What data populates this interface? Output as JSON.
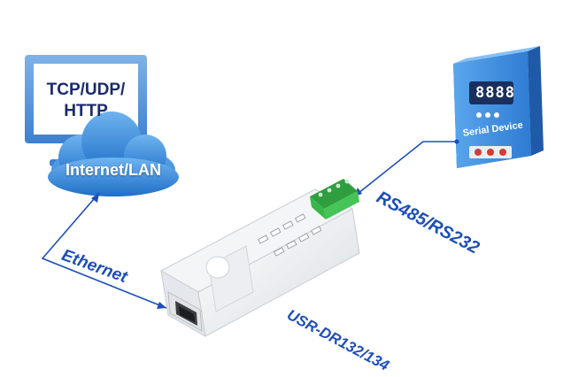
{
  "monitor": {
    "line1": "TCP/UDP/",
    "line2": "HTTP"
  },
  "cloud": {
    "label": "Internet/LAN"
  },
  "serial_device": {
    "label": "Serial Device",
    "display": "8888"
  },
  "labels": {
    "rs": "RS485/RS232",
    "ethernet": "Ethernet",
    "model": "USR-DR132/134"
  },
  "colors": {
    "accent_blue": "#1d4fb8",
    "cloud_blue": "#2e7fd6",
    "device_blue": "#3f8fe0",
    "connector_green": "#39b54a"
  }
}
